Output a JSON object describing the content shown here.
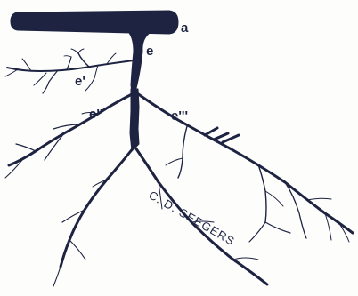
{
  "labels": {
    "a": "a",
    "e": "e",
    "e1": "e'",
    "e2": "e''",
    "e3": "e'''"
  },
  "signature": "C. D. SEEGERS",
  "colors": {
    "ink": "#1d2340",
    "paper": "#fdfdfc"
  }
}
